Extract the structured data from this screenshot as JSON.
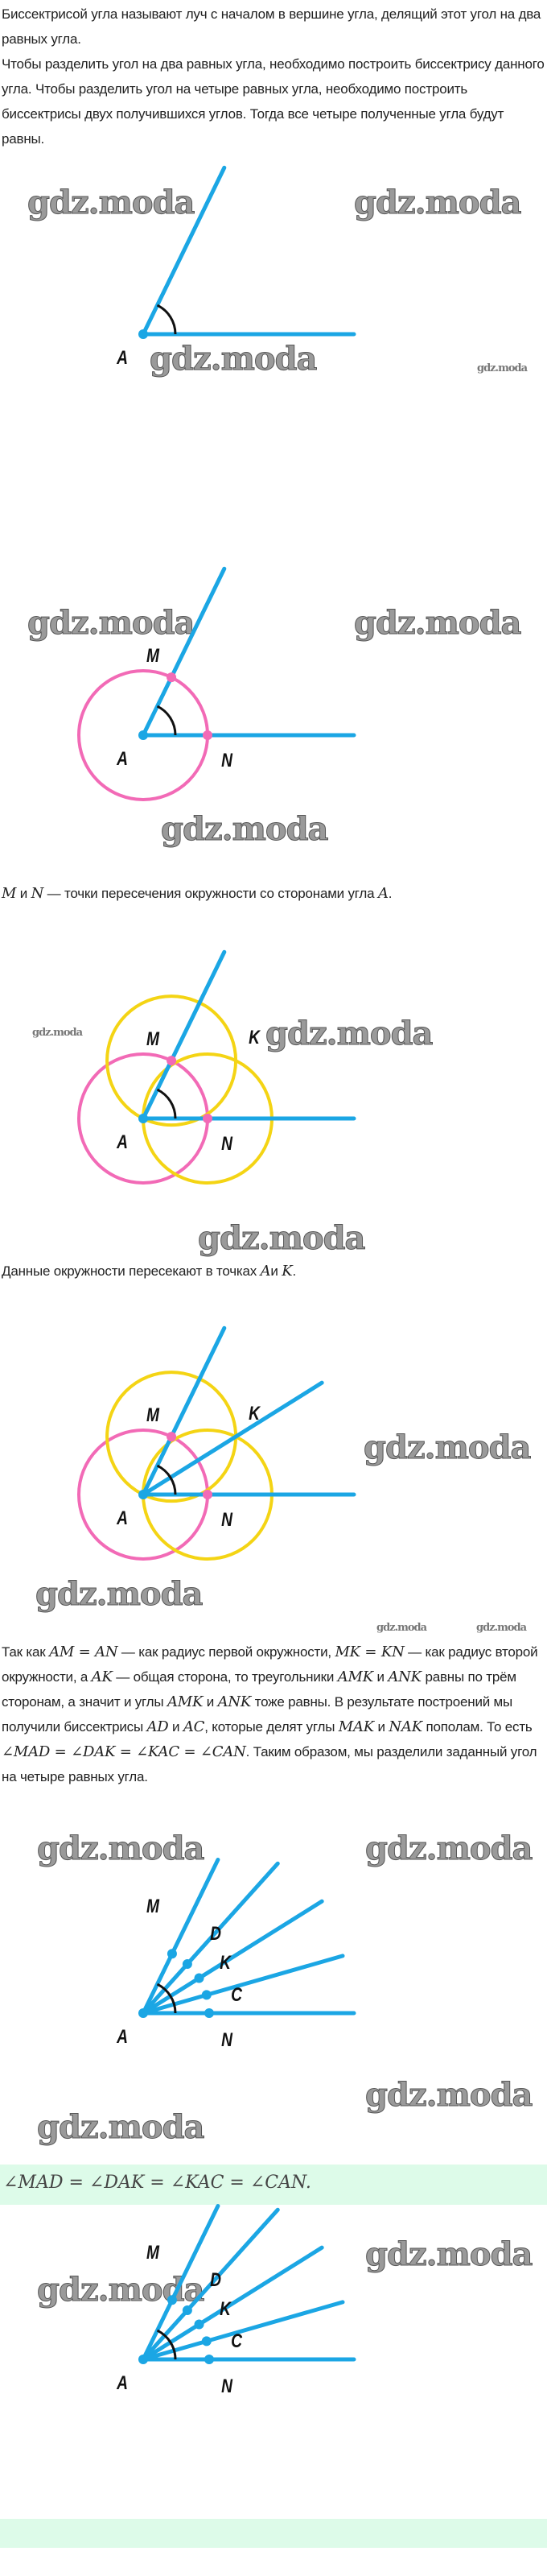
{
  "paragraphs": [
    {
      "segments": [
        {
          "text": "Биссектрисой угла называют луч с началом в вершине угла, делящий этот угол на два равных угла."
        }
      ]
    },
    {
      "segments": [
        {
          "text": "Чтобы разделить угол на два равных угла, необходимо построить биссектрису данного угла. Чтобы разделить угол на четыре равных угла, необходимо построить биссектрисы двух получившихся углов. Тогда все четыре полученные угла будут равны."
        }
      ]
    }
  ],
  "caption_mn": {
    "segments": [
      {
        "math": "M"
      },
      {
        "text": " и "
      },
      {
        "math": "N"
      },
      {
        "text": " — точки пересечения окружности со сторонами угла "
      },
      {
        "math": "A"
      },
      {
        "text": "."
      }
    ]
  },
  "caption_ak": {
    "segments": [
      {
        "text": "Данные окружности пересекают в точках "
      },
      {
        "math": "A"
      },
      {
        "text": "и "
      },
      {
        "math": "K"
      },
      {
        "text": "."
      }
    ]
  },
  "proof": {
    "segments": [
      {
        "text": "Так как "
      },
      {
        "math": "AM = AN"
      },
      {
        "text": " — как радиус первой окружности, "
      },
      {
        "math": "MK = KN"
      },
      {
        "text": " — как радиус второй окружности, а "
      },
      {
        "math": "AK"
      },
      {
        "text": " — общая сторона, то треугольники "
      },
      {
        "math": "AMK"
      },
      {
        "text": " и "
      },
      {
        "math": "ANK"
      },
      {
        "text": " равны по трём сторонам, а значит и углы "
      },
      {
        "math": "AMK"
      },
      {
        "text": " и "
      },
      {
        "math": "ANK"
      },
      {
        "text": " тоже равны. "
      },
      {
        "text": "В результате построений мы получили биссектрисы "
      },
      {
        "math": "AD"
      },
      {
        "text": " и "
      },
      {
        "math": "AC"
      },
      {
        "text": ", которые делят углы "
      },
      {
        "math": "MAK"
      },
      {
        "text": " и "
      },
      {
        "math": "NAK"
      },
      {
        "text": " пополам. То есть "
      },
      {
        "math": "∠MAD = ∠DAK = ∠KAC = ∠CAN"
      },
      {
        "text": ". Таким образом, мы разделили заданный угол на четыре равных угла."
      }
    ]
  },
  "answer": "∠MAD = ∠DAK = ∠KAC = ∠CAN.",
  "watermark": "gdz.moda",
  "points": {
    "A": "A",
    "M": "M",
    "N": "N",
    "K": "K",
    "D": "D",
    "C": "C"
  },
  "colors": {
    "ray": "#1ba6e4",
    "circle1": "#f26ab6",
    "circle2": "#f4d414",
    "arc": "#111111",
    "band": "#ddfbe9"
  }
}
